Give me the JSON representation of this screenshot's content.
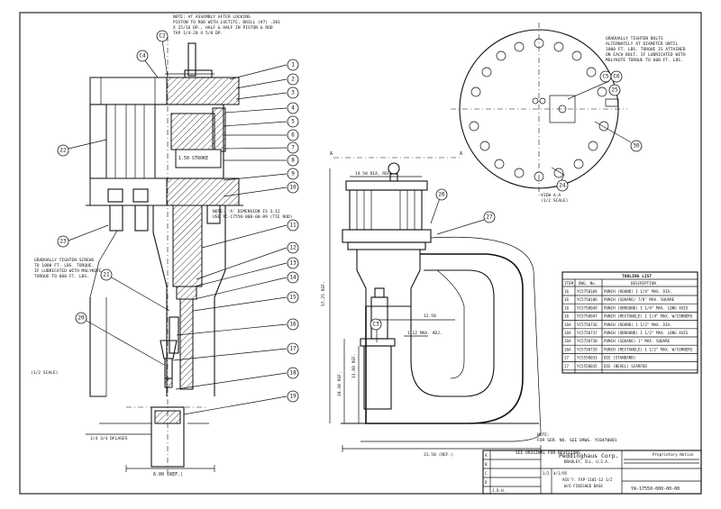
{
  "notes": {
    "top_left": [
      "NOTE: AT ASSEMBLY AFTER LOCKING",
      "PISTON TO ROD WITH LOCTITE, DRILL (#7) .201",
      "X 15/16 DP., HALF & HALF IN PISTON & ROD",
      "TAP 1/4-20 X 5/8 DP."
    ],
    "top_right": [
      "GRADUALLY TIGHTEN BOLTS",
      "ALTERNATELY AT DIAMETER UNTIL",
      "1000 FT. LBS. TORQUE IS ATTAINED",
      "ON EACH BOLT. IF LUBRICATED WITH",
      "MOLYKOTE TORQUE TO 600 FT. LBS."
    ],
    "left_mid": [
      "GRADUALLY TIGHTEN SCREWS",
      "TO 1000 FT. LBS. TORQUE.",
      "IF LUBRICATED WITH MOLYKOTE",
      "TORQUE TO 600 FT. LBS."
    ],
    "dim_note": [
      "NOTE: 'A' DIMENSION IS 3.12",
      "USE YC-17550-000-00-09 (TIE ROD)"
    ],
    "bottom": [
      "NOTE:",
      "FOR SER. NO. SEE DRWG. YC0470001",
      "SEE ORIGINAL FOR REVISIONS"
    ],
    "stroke": "1.50 STROKE",
    "scale_left": "(1/2 SCALE)",
    "hex_note": "1/4 3/4 DFLAGES",
    "view_aa": "VIEW A-A",
    "view_aa_scale": "(1/2 SCALE)"
  },
  "dimensions": {
    "width_top": "14.50 DIA. REF.",
    "overall_height": "57.25 REF.",
    "throat_depth": "12.50",
    "stroke_small": "1.12 MAX. ADJ.",
    "throat_height": "13.80 REF.",
    "bed_height": "19.38 REF.",
    "bed_length": "31.50 (REF.)",
    "base_width": "6.00 (REF.)",
    "section_a1": "A",
    "section_a2": "A"
  },
  "balloons_right": [
    "1",
    "2",
    "3",
    "4",
    "5",
    "6",
    "7",
    "8",
    "9",
    "10",
    "11",
    "12",
    "13",
    "14",
    "15",
    "16",
    "17",
    "18",
    "19"
  ],
  "balloons_left": [
    "C2",
    "C4",
    "22",
    "21",
    "20",
    "23"
  ],
  "balloons_misc": [
    "C5",
    "C6",
    "25",
    "24",
    "30",
    "26",
    "27",
    "C3"
  ],
  "tooling": {
    "title": "TOOLING LIST",
    "headers": [
      "ITEM",
      "DWG. No.",
      "DESCRIPTION"
    ],
    "rows": [
      [
        "16",
        "YC5750104",
        "PUNCH (ROUND) 1 1/4\" MAX. DIA."
      ],
      [
        "16",
        "YC5750106",
        "PUNCH (SQUARE) 7/8\" MAX. SQUARE"
      ],
      [
        "16",
        "YC5750049",
        "PUNCH (OBROUND) 1 1/4\" MAX. LONG AXIS"
      ],
      [
        "16",
        "YC5750047",
        "PUNCH (RECTANGLE) 1 1/4\" MAX. W/CORNERS"
      ],
      [
        "16A",
        "YC5750736",
        "PUNCH (ROUND) 1 1/2\" MAX. DIA."
      ],
      [
        "16A",
        "YC5750737",
        "PUNCH (OBROUND) 1 1/2\" MAX. LONG AXIS"
      ],
      [
        "16A",
        "YC5750738",
        "PUNCH (SQUARE) 1\" MAX. SQUARE"
      ],
      [
        "16A",
        "YC5750739",
        "PUNCH (RECTANGLE) 1 1/2\" MAX. W/CORNERS"
      ],
      [
        "17",
        "YC5550033",
        "DIE (STANDARD)"
      ],
      [
        "17",
        "YC5550035",
        "DIE (BEVEL) SCARFED"
      ]
    ]
  },
  "titleblock": {
    "company": "Peddinghaus Corp.",
    "location": "BRADLEY, ILL. U.S.A.",
    "title1": "ASS'Y. FXP-1101-12 1/2",
    "title2": "W/O FINISHED BASE",
    "dwg_no": "YA-17550-000-00-00",
    "proprietary": "Proprietary Notice",
    "scale": "1/2",
    "rev_rows": [
      "A",
      "B",
      "C",
      "D"
    ],
    "date": "4/1/95",
    "drawn": "J.D.H."
  }
}
